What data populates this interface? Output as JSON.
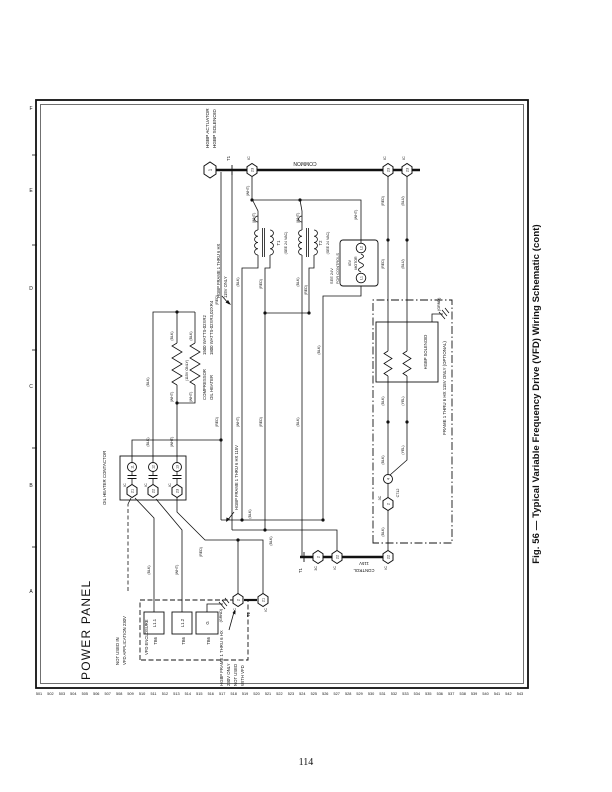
{
  "page": {
    "number": "114"
  },
  "caption": "Fig. 56 — Typical Variable Frequency Drive (VFD) Wiring Schematic (cont)",
  "grid": {
    "columns": [
      "A",
      "B",
      "C",
      "D",
      "E",
      "F"
    ],
    "line_numbers": [
      "501",
      "502",
      "503",
      "504",
      "505",
      "506",
      "507",
      "508",
      "509",
      "510",
      "511",
      "512",
      "513",
      "514",
      "515",
      "516",
      "517",
      "518",
      "519",
      "520",
      "521",
      "522",
      "523",
      "524",
      "525",
      "526",
      "527",
      "528",
      "529",
      "530",
      "531",
      "532",
      "533",
      "534",
      "535",
      "536",
      "537",
      "538",
      "539",
      "540",
      "541",
      "542",
      "543"
    ]
  },
  "wires": {
    "blk": "(BLK)",
    "wht": "(WHT)",
    "red": "(RED)",
    "blu": "(BLU)",
    "yel": "(YEL)",
    "grnd": "(GRND)"
  },
  "nodes": {
    "n1": "1",
    "n2": "2",
    "n4": "4",
    "n11": "11",
    "n12": "12",
    "n13": "13",
    "n21": "21",
    "n22": "22",
    "n23": "23"
  },
  "refs": {
    "t1": "T1",
    "t2": "T2",
    "ic": "IC",
    "c3": "3C",
    "c712": "C712",
    "tb6": "TB6",
    "l1": "L1",
    "l2": "L2"
  },
  "texts": {
    "power_panel": "POWER PANEL",
    "not_used_1": "NOT USED IN",
    "not_used_2": "VFD APPLICATION 230V",
    "vfd_enclosure": "VFD ENCLOSURE",
    "l11": "L1.1",
    "l12": "L1.2",
    "g": "G",
    "note230_1": "HGBP FRAME 1 THRU 6 HX",
    "note230_2": "230V ONLY",
    "note230_3": "NOT USED",
    "note230_4": "WITH VFD",
    "oil_heater_contactor": "OIL HEATER CONTACTOR",
    "compressor": "COMPRESSOR",
    "oil_heater": "OIL HEATER",
    "watts1": "1500 WATTS-02XR2",
    "watts2": "1800 WATTS-02XR3,02XR4",
    "v115_only": "(115V ONLY)",
    "note115_b": "HGBP FRAME 1 THRU 6 HX 115V",
    "note115_1": "HGBP FRAME 1 THRU 6 HX",
    "note115_2": "115V ONLY",
    "see24vac": "(SEE 24 VAC)",
    "see24v": "SEE 24V",
    "for_controls": "FOR CONTROLS",
    "igv": "IGV",
    "motor": "MOTOR",
    "hgbp_actuator": "HGBP ACTUATOR",
    "hgbp_solenoid": "HGBP SOLENOID",
    "common": "COMMON",
    "v115": "115V",
    "control": "CONTROL",
    "hgbp_solenoid_box": "HGBP SOLENOID",
    "frame_optional": "FRAME 1 THRU 6 HX 115V ONLY (OPTIONAL)"
  }
}
